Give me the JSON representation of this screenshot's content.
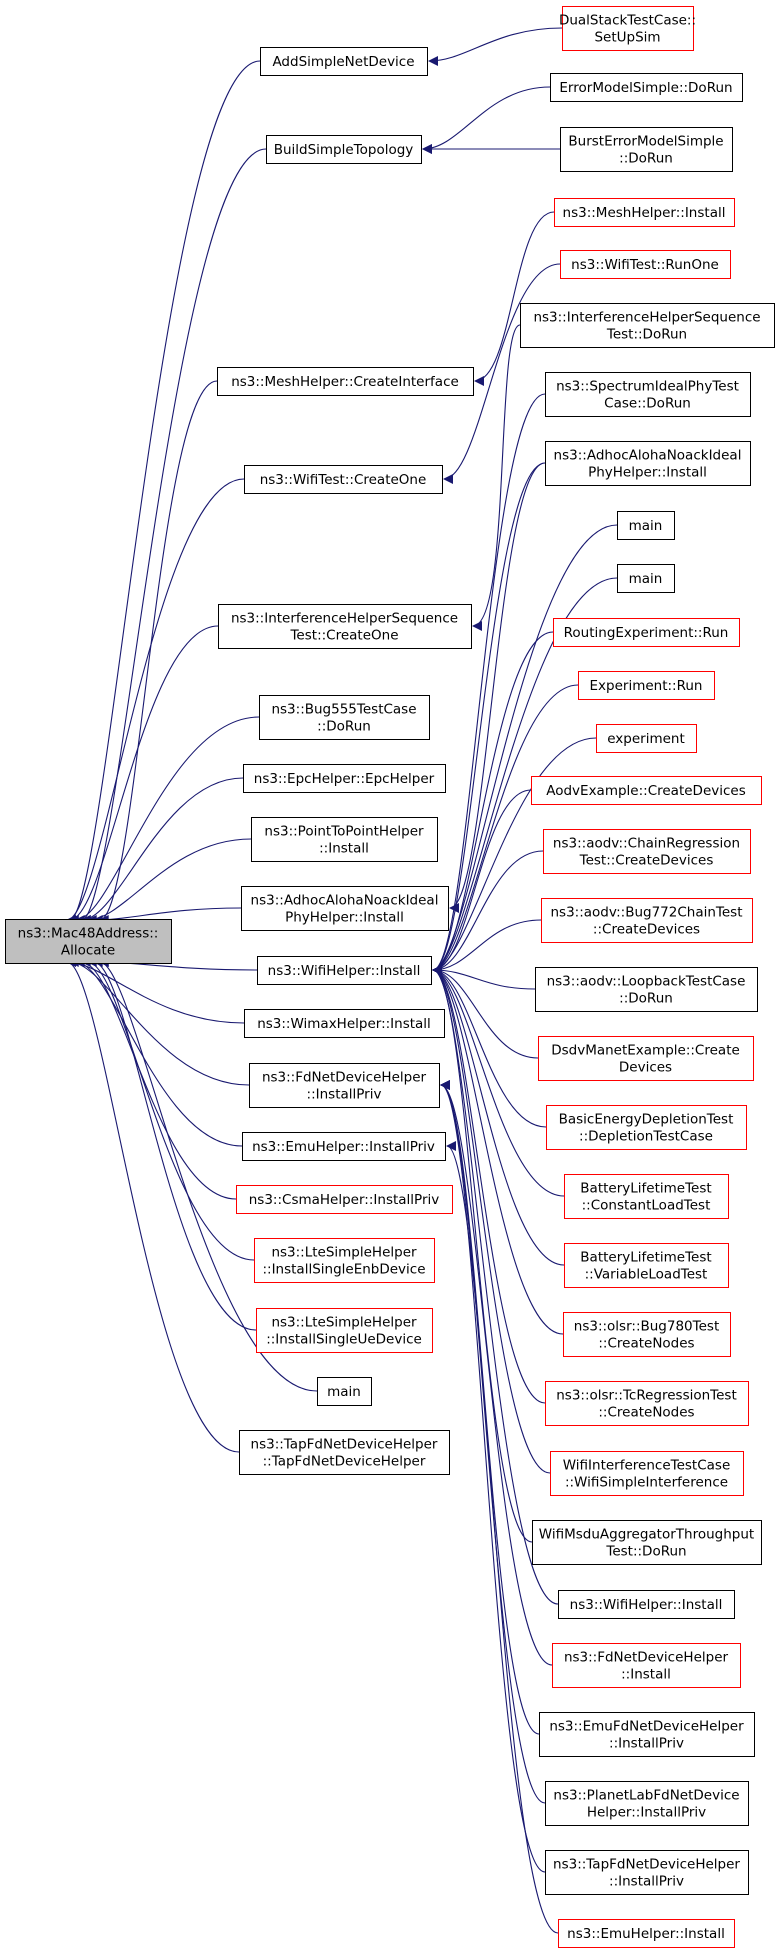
{
  "colors": {
    "edge": "#191970",
    "border_normal": "#000000",
    "border_red": "#ff0000",
    "root_fill": "#bfbfbf",
    "node_fill": "#ffffff"
  },
  "root": "n0",
  "nodes": [
    {
      "id": "n0",
      "lines": [
        "ns3::Mac48Address::",
        "Allocate"
      ],
      "style": "root"
    },
    {
      "id": "n1",
      "lines": [
        "AddSimpleNetDevice"
      ],
      "style": "black"
    },
    {
      "id": "n2",
      "lines": [
        "DualStackTestCase::",
        "SetUpSim"
      ],
      "style": "red"
    },
    {
      "id": "n3",
      "lines": [
        "BuildSimpleTopology"
      ],
      "style": "black"
    },
    {
      "id": "n4",
      "lines": [
        "ErrorModelSimple::DoRun"
      ],
      "style": "black"
    },
    {
      "id": "n5",
      "lines": [
        "BurstErrorModelSimple",
        "::DoRun"
      ],
      "style": "black"
    },
    {
      "id": "n6",
      "lines": [
        "ns3::MeshHelper::Install"
      ],
      "style": "red"
    },
    {
      "id": "n7",
      "lines": [
        "ns3::WifiTest::RunOne"
      ],
      "style": "red"
    },
    {
      "id": "n8",
      "lines": [
        "ns3::InterferenceHelperSequence",
        "Test::DoRun"
      ],
      "style": "black"
    },
    {
      "id": "n9",
      "lines": [
        "ns3::SpectrumIdealPhyTest",
        "Case::DoRun"
      ],
      "style": "black"
    },
    {
      "id": "n10",
      "lines": [
        "ns3::AdhocAlohaNoackIdeal",
        "PhyHelper::Install"
      ],
      "style": "black"
    },
    {
      "id": "n11",
      "lines": [
        "main"
      ],
      "style": "black"
    },
    {
      "id": "n12",
      "lines": [
        "main"
      ],
      "style": "black"
    },
    {
      "id": "n13",
      "lines": [
        "RoutingExperiment::Run"
      ],
      "style": "red"
    },
    {
      "id": "n14",
      "lines": [
        "Experiment::Run"
      ],
      "style": "red"
    },
    {
      "id": "n15",
      "lines": [
        "experiment"
      ],
      "style": "red"
    },
    {
      "id": "n16",
      "lines": [
        "AodvExample::CreateDevices"
      ],
      "style": "red"
    },
    {
      "id": "n17",
      "lines": [
        "ns3::aodv::ChainRegression",
        "Test::CreateDevices"
      ],
      "style": "red"
    },
    {
      "id": "n18",
      "lines": [
        "ns3::aodv::Bug772ChainTest",
        "::CreateDevices"
      ],
      "style": "red"
    },
    {
      "id": "n19",
      "lines": [
        "ns3::aodv::LoopbackTestCase",
        "::DoRun"
      ],
      "style": "black"
    },
    {
      "id": "n20",
      "lines": [
        "DsdvManetExample::Create",
        "Devices"
      ],
      "style": "red"
    },
    {
      "id": "n21",
      "lines": [
        "BasicEnergyDepletionTest",
        "::DepletionTestCase"
      ],
      "style": "red"
    },
    {
      "id": "n22",
      "lines": [
        "BatteryLifetimeTest",
        "::ConstantLoadTest"
      ],
      "style": "red"
    },
    {
      "id": "n23",
      "lines": [
        "BatteryLifetimeTest",
        "::VariableLoadTest"
      ],
      "style": "red"
    },
    {
      "id": "n24",
      "lines": [
        "ns3::olsr::Bug780Test",
        "::CreateNodes"
      ],
      "style": "red"
    },
    {
      "id": "n25",
      "lines": [
        "ns3::olsr::TcRegressionTest",
        "::CreateNodes"
      ],
      "style": "red"
    },
    {
      "id": "n26",
      "lines": [
        "WifiInterferenceTestCase",
        "::WifiSimpleInterference"
      ],
      "style": "red"
    },
    {
      "id": "n27",
      "lines": [
        "WifiMsduAggregatorThroughput",
        "Test::DoRun"
      ],
      "style": "black"
    },
    {
      "id": "n28",
      "lines": [
        "ns3::WifiHelper::Install"
      ],
      "style": "black"
    },
    {
      "id": "n29",
      "lines": [
        "ns3::FdNetDeviceHelper",
        "::Install"
      ],
      "style": "red"
    },
    {
      "id": "n30",
      "lines": [
        "ns3::EmuFdNetDeviceHelper",
        "::InstallPriv"
      ],
      "style": "black"
    },
    {
      "id": "n31",
      "lines": [
        "ns3::PlanetLabFdNetDevice",
        "Helper::InstallPriv"
      ],
      "style": "black"
    },
    {
      "id": "n32",
      "lines": [
        "ns3::TapFdNetDeviceHelper",
        "::InstallPriv"
      ],
      "style": "black"
    },
    {
      "id": "n33",
      "lines": [
        "ns3::EmuHelper::Install"
      ],
      "style": "red"
    },
    {
      "id": "n34",
      "lines": [
        "ns3::MeshHelper::CreateInterface"
      ],
      "style": "black"
    },
    {
      "id": "n35",
      "lines": [
        "ns3::WifiTest::CreateOne"
      ],
      "style": "black"
    },
    {
      "id": "n36",
      "lines": [
        "ns3::InterferenceHelperSequence",
        "Test::CreateOne"
      ],
      "style": "black"
    },
    {
      "id": "n37",
      "lines": [
        "ns3::Bug555TestCase",
        "::DoRun"
      ],
      "style": "black"
    },
    {
      "id": "n38",
      "lines": [
        "ns3::EpcHelper::EpcHelper"
      ],
      "style": "black"
    },
    {
      "id": "n39",
      "lines": [
        "ns3::PointToPointHelper",
        "::Install"
      ],
      "style": "black"
    },
    {
      "id": "n40",
      "lines": [
        "ns3::AdhocAlohaNoackIdeal",
        "PhyHelper::Install"
      ],
      "style": "black"
    },
    {
      "id": "n41",
      "lines": [
        "ns3::WifiHelper::Install"
      ],
      "style": "black"
    },
    {
      "id": "n42",
      "lines": [
        "ns3::WimaxHelper::Install"
      ],
      "style": "black"
    },
    {
      "id": "n43",
      "lines": [
        "ns3::FdNetDeviceHelper",
        "::InstallPriv"
      ],
      "style": "black"
    },
    {
      "id": "n44",
      "lines": [
        "ns3::EmuHelper::InstallPriv"
      ],
      "style": "black"
    },
    {
      "id": "n45",
      "lines": [
        "ns3::CsmaHelper::InstallPriv"
      ],
      "style": "red"
    },
    {
      "id": "n46",
      "lines": [
        "ns3::LteSimpleHelper",
        "::InstallSingleEnbDevice"
      ],
      "style": "red"
    },
    {
      "id": "n47",
      "lines": [
        "ns3::LteSimpleHelper",
        "::InstallSingleUeDevice"
      ],
      "style": "red"
    },
    {
      "id": "n48",
      "lines": [
        "main"
      ],
      "style": "black"
    },
    {
      "id": "n49",
      "lines": [
        "ns3::TapFdNetDeviceHelper",
        "::TapFdNetDeviceHelper"
      ],
      "style": "black"
    }
  ],
  "edges": [
    [
      "n1",
      "n0"
    ],
    [
      "n3",
      "n0"
    ],
    [
      "n34",
      "n0"
    ],
    [
      "n35",
      "n0"
    ],
    [
      "n36",
      "n0"
    ],
    [
      "n37",
      "n0"
    ],
    [
      "n38",
      "n0"
    ],
    [
      "n39",
      "n0"
    ],
    [
      "n40",
      "n0"
    ],
    [
      "n41",
      "n0"
    ],
    [
      "n42",
      "n0"
    ],
    [
      "n43",
      "n0"
    ],
    [
      "n44",
      "n0"
    ],
    [
      "n45",
      "n0"
    ],
    [
      "n46",
      "n0"
    ],
    [
      "n47",
      "n0"
    ],
    [
      "n48",
      "n0"
    ],
    [
      "n49",
      "n0"
    ],
    [
      "n2",
      "n1"
    ],
    [
      "n4",
      "n3"
    ],
    [
      "n5",
      "n3"
    ],
    [
      "n6",
      "n34"
    ],
    [
      "n7",
      "n35"
    ],
    [
      "n8",
      "n36"
    ],
    [
      "n10",
      "n40"
    ],
    [
      "n9",
      "n41"
    ],
    [
      "n10",
      "n41"
    ],
    [
      "n11",
      "n41"
    ],
    [
      "n12",
      "n41"
    ],
    [
      "n13",
      "n41"
    ],
    [
      "n14",
      "n41"
    ],
    [
      "n15",
      "n41"
    ],
    [
      "n16",
      "n41"
    ],
    [
      "n17",
      "n41"
    ],
    [
      "n18",
      "n41"
    ],
    [
      "n19",
      "n41"
    ],
    [
      "n20",
      "n41"
    ],
    [
      "n21",
      "n41"
    ],
    [
      "n22",
      "n41"
    ],
    [
      "n23",
      "n41"
    ],
    [
      "n24",
      "n41"
    ],
    [
      "n25",
      "n41"
    ],
    [
      "n26",
      "n41"
    ],
    [
      "n27",
      "n41"
    ],
    [
      "n28",
      "n41"
    ],
    [
      "n29",
      "n43"
    ],
    [
      "n30",
      "n43"
    ],
    [
      "n31",
      "n43"
    ],
    [
      "n32",
      "n43"
    ],
    [
      "n33",
      "n44"
    ]
  ]
}
